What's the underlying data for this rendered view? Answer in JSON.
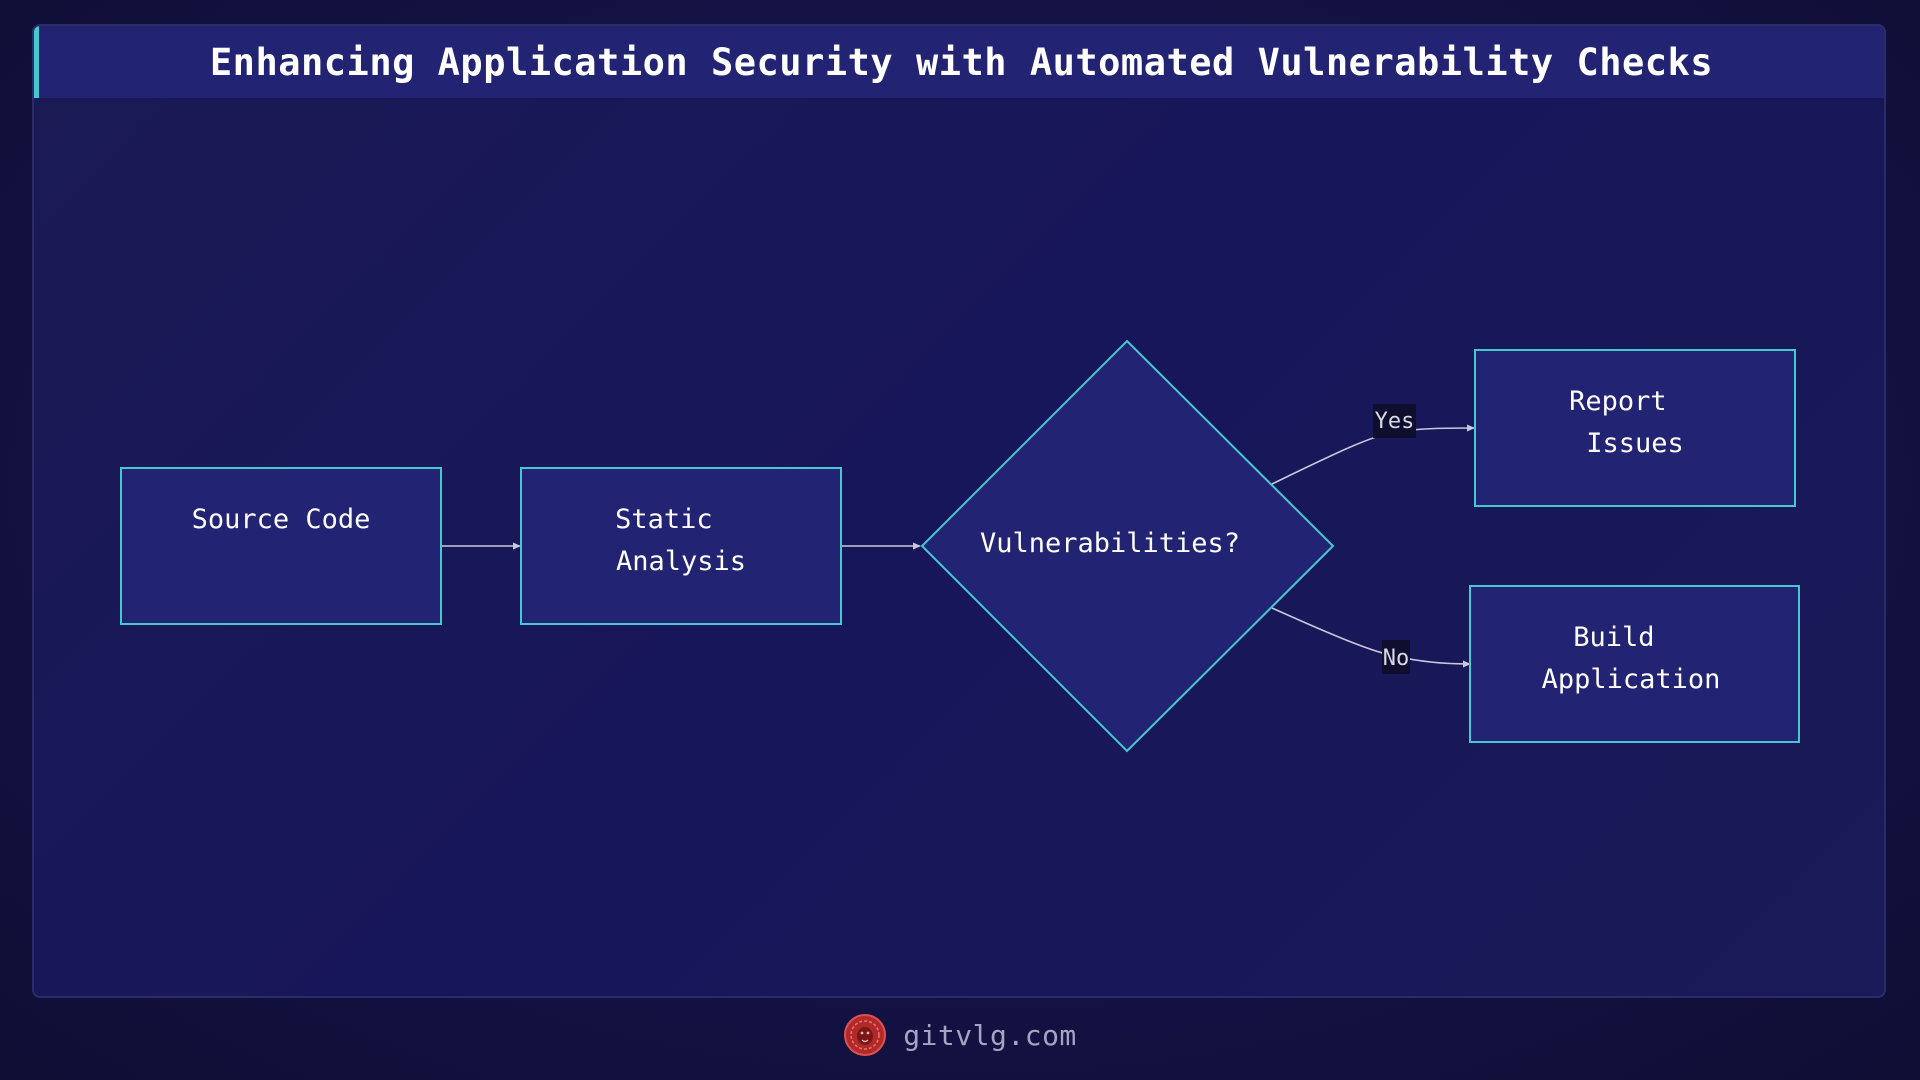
{
  "title": "Enhancing Application Security with Automated Vulnerability Checks",
  "diagram": {
    "nodes": {
      "source": {
        "lines": [
          "Source Code"
        ]
      },
      "analysis": {
        "lines": [
          "Static",
          "Analysis"
        ]
      },
      "decision": {
        "lines": [
          "Vulnerabilities?"
        ]
      },
      "report": {
        "lines": [
          "Report",
          "Issues"
        ]
      },
      "build": {
        "lines": [
          "Build",
          "Application"
        ]
      }
    },
    "edges": {
      "yes": "Yes",
      "no": "No"
    }
  },
  "footer": {
    "site": "gitvlg.com",
    "logo_icon": "lion-head-icon"
  },
  "colors": {
    "background": "#141245",
    "title_bar": "#232374",
    "accent": "#45c8d0",
    "node_fill": "#232374",
    "node_border": "#45c8d0",
    "edge": "#c8c8dc",
    "edge_label_bg": "#0f0e2e",
    "logo": "#d13a3a"
  }
}
